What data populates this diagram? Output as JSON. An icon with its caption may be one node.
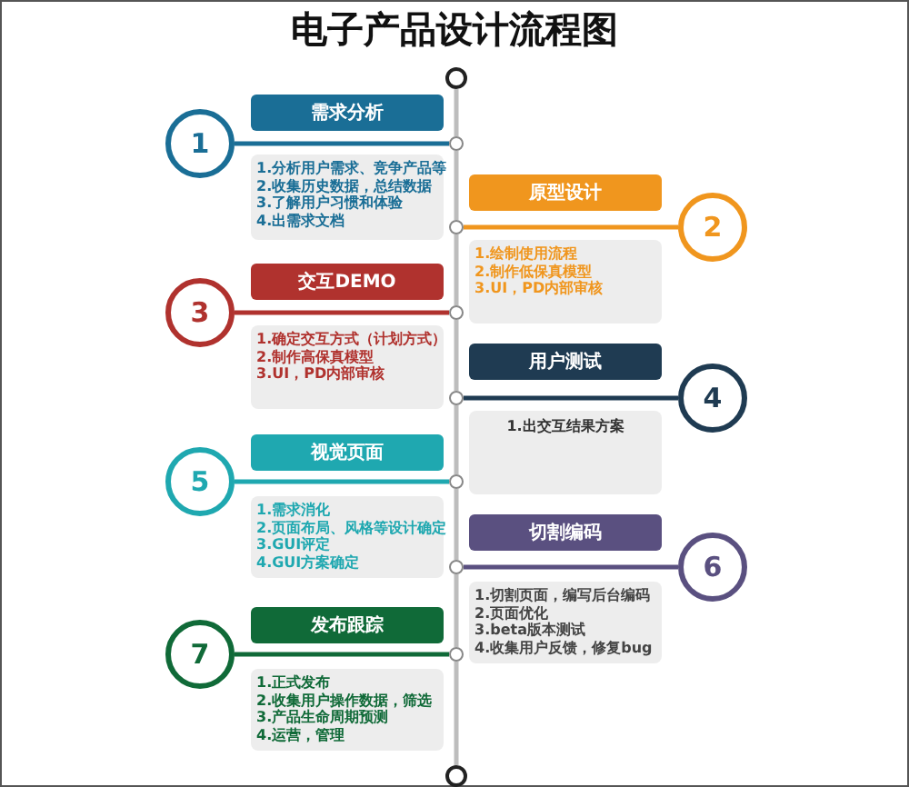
{
  "diagram": {
    "title": "电子产品设计流程图",
    "nodes": [
      {
        "text": [],
        "shape": "circle"
      },
      {
        "text": [],
        "shape": "circle"
      },
      {
        "text": [],
        "shape": "circle"
      },
      {
        "text": [],
        "shape": "circle"
      },
      {
        "text": [],
        "shape": "circle"
      },
      {
        "text": [],
        "shape": "circle"
      },
      {
        "text": [],
        "shape": "circle"
      },
      {
        "text": [],
        "shape": "circle"
      },
      {
        "text": [],
        "shape": "circle"
      },
      {
        "text": [
          "需求分析"
        ]
      },
      {
        "text": [
          "1"
        ]
      },
      {
        "text": [
          "1.分析用户需求、竞争产品等",
          "2.收集历史数据，总结数据",
          "3.了解用户习惯和体验",
          "4.出需求文档"
        ]
      },
      {
        "text": [
          "原型设计"
        ]
      },
      {
        "text": [
          "2"
        ]
      },
      {
        "text": [
          "1.绘制使用流程",
          "2.制作低保真模型",
          "3.UI，PD内部审核"
        ]
      },
      {
        "text": [
          "交互DEMO"
        ]
      },
      {
        "text": [
          "3"
        ]
      },
      {
        "text": [
          "1.确定交互方式（计划方式）",
          "2.制作高保真模型",
          "3.UI，PD内部审核"
        ]
      },
      {
        "text": [
          "用户测试"
        ]
      },
      {
        "text": [
          "4"
        ]
      },
      {
        "text": [
          "1.出交互结果方案"
        ]
      },
      {
        "text": [
          "视觉页面"
        ]
      },
      {
        "text": [
          "5"
        ]
      },
      {
        "text": [
          "1.需求消化",
          "2.页面布局、风格等设计确定",
          "3.GUI评定",
          "4.GUI方案确定"
        ]
      },
      {
        "text": [
          "切割编码"
        ]
      },
      {
        "text": [
          "6"
        ]
      },
      {
        "text": [
          "1.切割页面，编写后台编码",
          "2.页面优化",
          "3.beta版本测试",
          "4.收集用户反馈，修复bug"
        ]
      },
      {
        "text": [
          "发布跟踪"
        ]
      },
      {
        "text": [
          "7"
        ]
      },
      {
        "text": [
          "1.正式发布",
          "2.收集用户操作数据，筛选",
          "3.产品生命周期预测",
          "4.运营，管理"
        ]
      }
    ],
    "edges": [
      {
        "from": 0,
        "to": 1,
        "arrow": "none"
      },
      {
        "from": 1,
        "to": 2,
        "arrow": "none"
      },
      {
        "from": 2,
        "to": 3,
        "arrow": "none"
      },
      {
        "from": 3,
        "to": 4,
        "arrow": "none"
      },
      {
        "from": 4,
        "to": 5,
        "arrow": "none"
      },
      {
        "from": 5,
        "to": 6,
        "arrow": "none"
      },
      {
        "from": 6,
        "to": 7,
        "arrow": "none"
      },
      {
        "from": 7,
        "to": 8,
        "arrow": "none"
      },
      {
        "from": 10,
        "to": 1,
        "arrow": "none",
        "color": "#1a6e96"
      },
      {
        "from": 13,
        "to": 2,
        "arrow": "none",
        "color": "#f0961e"
      },
      {
        "from": 16,
        "to": 3,
        "arrow": "none",
        "color": "#b0322e"
      },
      {
        "from": 19,
        "to": 4,
        "arrow": "none",
        "color": "#1f3b52"
      },
      {
        "from": 22,
        "to": 5,
        "arrow": "none",
        "color": "#1fa8b0"
      },
      {
        "from": 25,
        "to": 6,
        "arrow": "none",
        "color": "#5a5080"
      },
      {
        "from": 28,
        "to": 7,
        "arrow": "none",
        "color": "#106a38"
      }
    ]
  }
}
